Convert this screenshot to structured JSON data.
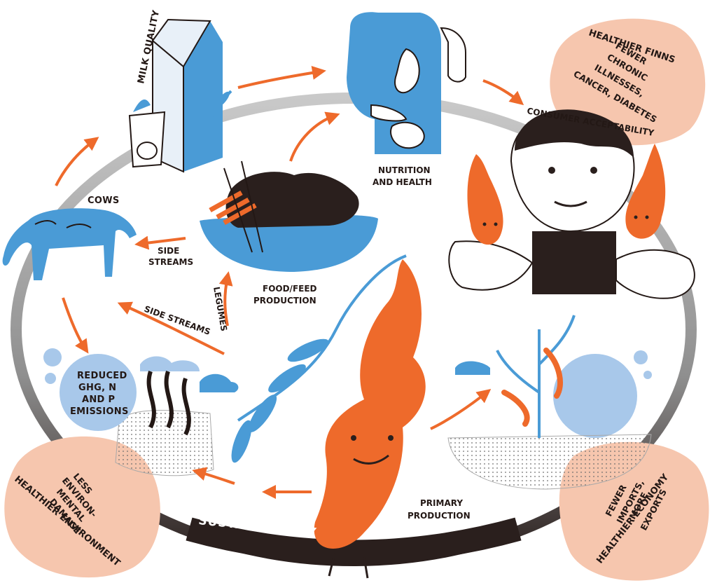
{
  "colors": {
    "blue": "#4a9bd6",
    "light_blue": "#a8c8ea",
    "orange": "#ee6a2b",
    "peach": "#f6c6ae",
    "dark": "#2a1f1d",
    "gray": "#a9a9a9"
  },
  "cycle_labels": {
    "milk_quality": "MILK QUALITY",
    "nutrition_1": "NUTRITION",
    "nutrition_2": "AND HEALTH",
    "consumer": "CONSUMER ACCEPTABILITY",
    "cows": "COWS",
    "side_streams_1": "SIDE",
    "side_streams_2": "STREAMS",
    "legumes": "LEGUMES",
    "food_feed_1": "FOOD/FEED",
    "food_feed_2": "PRODUCTION",
    "side_streams_diag": "SIDE STREAMS",
    "emissions_1": "REDUCED",
    "emissions_2": "GHG, N",
    "emissions_3": "AND P",
    "emissions_4": "EMISSIONS",
    "primary_1": "PRIMARY",
    "primary_2": "PRODUCTION",
    "sustainability": "SUSTAINABILITY"
  },
  "outcomes": {
    "finns": {
      "title": "HEALTHIER FINNS",
      "lines": [
        "FEWER",
        "CHRONIC",
        "ILLNESSES,",
        "CANCER, DIABETES"
      ]
    },
    "environment": {
      "title": "HEALTHIER ENVIRONMENT",
      "lines": [
        "LESS",
        "ENVIRON-",
        "MENTAL",
        "DAMAGE"
      ]
    },
    "economy": {
      "title": "HEALTHIER ECONOMY",
      "lines": [
        "FEWER",
        "IMPORTS,",
        "MORE",
        "EXPORTS"
      ]
    }
  },
  "icons": [
    "milk-carton-icon",
    "human-torso-stomach-icon",
    "child-face-icon",
    "cow-icon",
    "legume-bowl-icon",
    "faba-bean-character-icon",
    "emission-waves-icon",
    "soil-plant-icon"
  ]
}
